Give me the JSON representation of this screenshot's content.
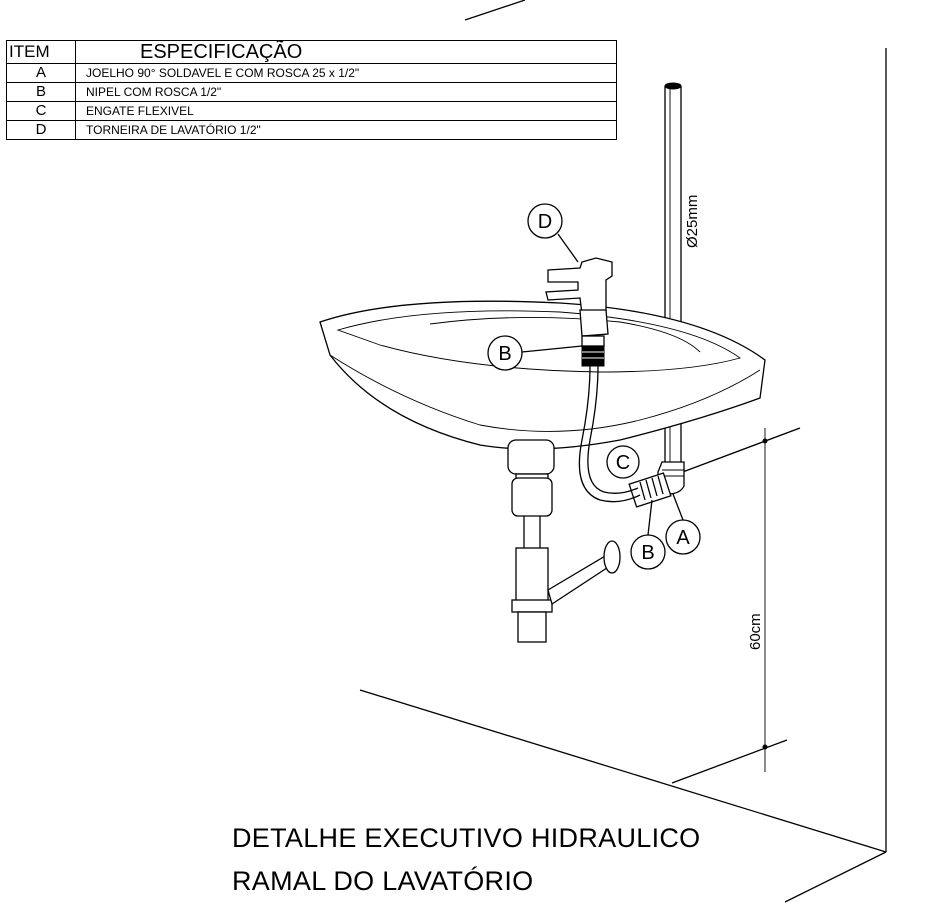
{
  "table": {
    "header_item": "ITEM",
    "header_spec": "ESPECIFICAÇÃO",
    "rows": [
      {
        "item": "A",
        "spec": "JOELHO 90° SOLDAVEL E COM ROSCA 25 x 1/2\""
      },
      {
        "item": "B",
        "spec": "NIPEL COM ROSCA 1/2\""
      },
      {
        "item": "C",
        "spec": "ENGATE FLEXIVEL"
      },
      {
        "item": "D",
        "spec": "TORNEIRA DE LAVATÓRIO 1/2\""
      }
    ]
  },
  "callouts": {
    "a": "A",
    "b_top": "B",
    "b_bottom": "B",
    "c": "C",
    "d": "D"
  },
  "dimensions": {
    "pipe_diameter": "Ø25mm",
    "height": "60cm"
  },
  "title": {
    "line1": "DETALHE EXECUTIVO HIDRAULICO",
    "line2": "RAMAL DO LAVATÓRIO"
  }
}
